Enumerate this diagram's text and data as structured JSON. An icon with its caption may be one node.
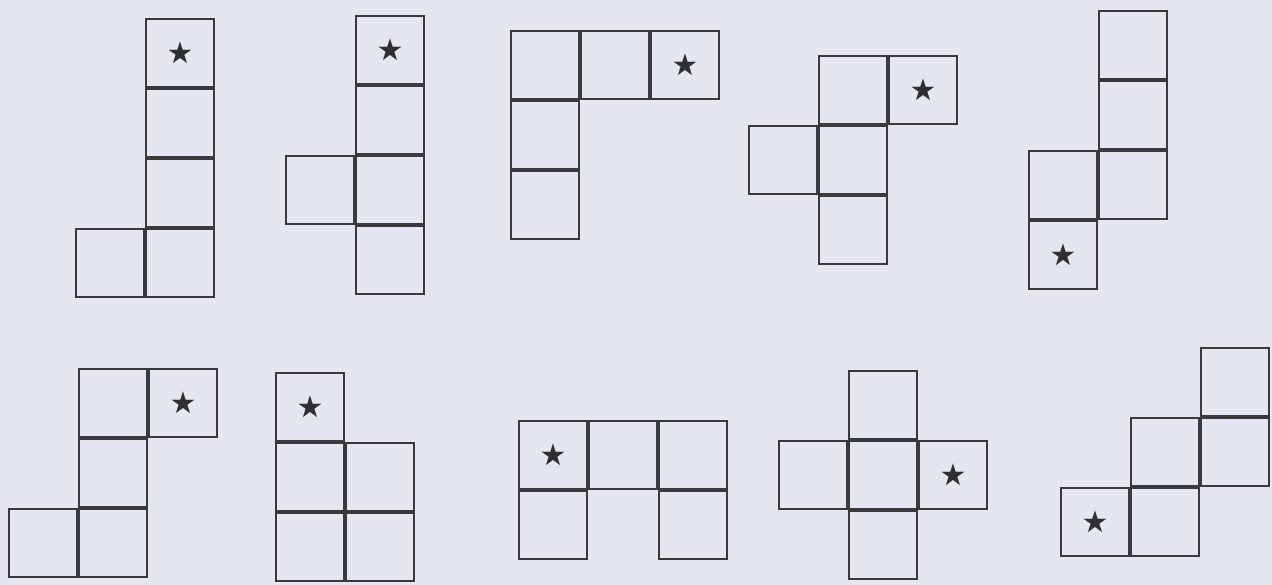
{
  "diagram": {
    "nodes": [
      {
        "text": [
          "★"
        ]
      },
      {
        "text": [],
        "shape": "box"
      },
      {
        "text": [],
        "shape": "box"
      },
      {
        "text": [],
        "shape": "box"
      },
      {
        "text": [],
        "shape": "box"
      },
      {
        "text": [
          "★"
        ]
      },
      {
        "text": [],
        "shape": "box"
      },
      {
        "text": [],
        "shape": "box"
      },
      {
        "text": [],
        "shape": "box"
      },
      {
        "text": [],
        "shape": "box"
      },
      {
        "text": [],
        "shape": "box"
      },
      {
        "text": [],
        "shape": "box"
      },
      {
        "text": [
          "★"
        ]
      },
      {
        "text": [],
        "shape": "box"
      },
      {
        "text": [],
        "shape": "box"
      },
      {
        "text": [],
        "shape": "box"
      },
      {
        "text": [
          "★"
        ]
      },
      {
        "text": [],
        "shape": "box"
      },
      {
        "text": [],
        "shape": "box"
      },
      {
        "text": [],
        "shape": "box"
      },
      {
        "text": [],
        "shape": "box"
      },
      {
        "text": [],
        "shape": "box"
      },
      {
        "text": [],
        "shape": "box"
      },
      {
        "text": [],
        "shape": "box"
      },
      {
        "text": [
          "★"
        ]
      },
      {
        "text": [],
        "shape": "box"
      },
      {
        "text": [
          "★"
        ]
      },
      {
        "text": [],
        "shape": "box"
      },
      {
        "text": [],
        "shape": "box"
      },
      {
        "text": [],
        "shape": "box"
      },
      {
        "text": [
          "★"
        ]
      },
      {
        "text": [],
        "shape": "box"
      },
      {
        "text": [],
        "shape": "box"
      },
      {
        "text": [],
        "shape": "box"
      },
      {
        "text": [],
        "shape": "box"
      },
      {
        "text": [
          "★"
        ]
      },
      {
        "text": [],
        "shape": "box"
      },
      {
        "text": [],
        "shape": "box"
      },
      {
        "text": [],
        "shape": "box"
      },
      {
        "text": [],
        "shape": "box"
      },
      {
        "text": [],
        "shape": "box"
      },
      {
        "text": [],
        "shape": "box"
      },
      {
        "text": [],
        "shape": "box"
      },
      {
        "text": [
          "★"
        ]
      },
      {
        "text": [],
        "shape": "box"
      },
      {
        "text": [],
        "shape": "box"
      },
      {
        "text": [],
        "shape": "box"
      },
      {
        "text": [],
        "shape": "box"
      },
      {
        "text": [
          "★"
        ]
      },
      {
        "text": [],
        "shape": "box"
      }
    ]
  }
}
